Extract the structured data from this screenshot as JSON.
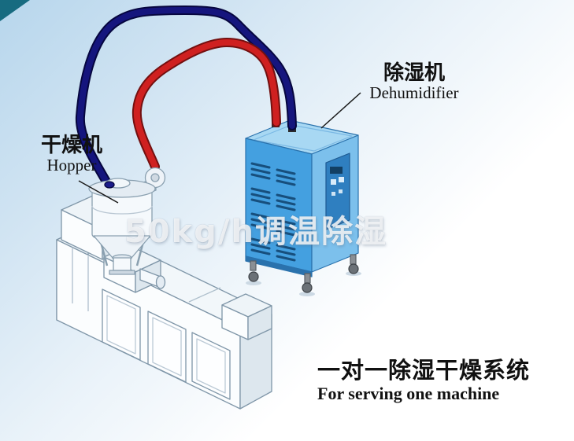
{
  "scene": {
    "watermark": "50kg/h调温除湿",
    "hopper_label": {
      "cn": "干燥机",
      "en": "Hopper"
    },
    "dehumidifier_label": {
      "cn": "除湿机",
      "en": "Dehumidifier"
    },
    "caption": {
      "cn": "一对一除湿干燥系统",
      "en": "For serving one machine"
    }
  },
  "colors": {
    "background_tint": "#b7d6ec",
    "corner_mark": "#176b80",
    "dehumidifier_front": "#44a0e0",
    "dehumidifier_side": "#7cc0ec",
    "dehumidifier_top": "#a8d8f3",
    "louver_slot": "#174f7d",
    "pipe_red": "#cf2020",
    "pipe_navy": "#15157d",
    "machine_body": "#fbfdfe",
    "machine_outline": "#7f96a8"
  }
}
